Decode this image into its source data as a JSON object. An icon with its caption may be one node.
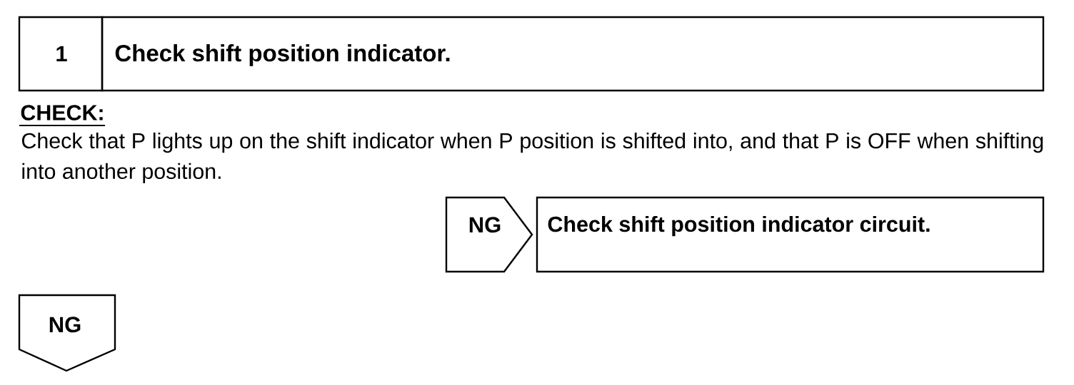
{
  "diagram": {
    "nodes": [
      {
        "text": [
          "1"
        ]
      },
      {
        "text": [
          "Check shift position indicator."
        ]
      },
      {
        "text": [
          "NG"
        ]
      },
      {
        "text": [
          "Check shift position indicator circuit."
        ]
      },
      {
        "text": [
          "NG"
        ]
      }
    ],
    "labels": [
      "CHECK:",
      "Check that P lights up on the shift indicator when P position is shifted into, and that P is OFF when shifting into another position."
    ]
  }
}
